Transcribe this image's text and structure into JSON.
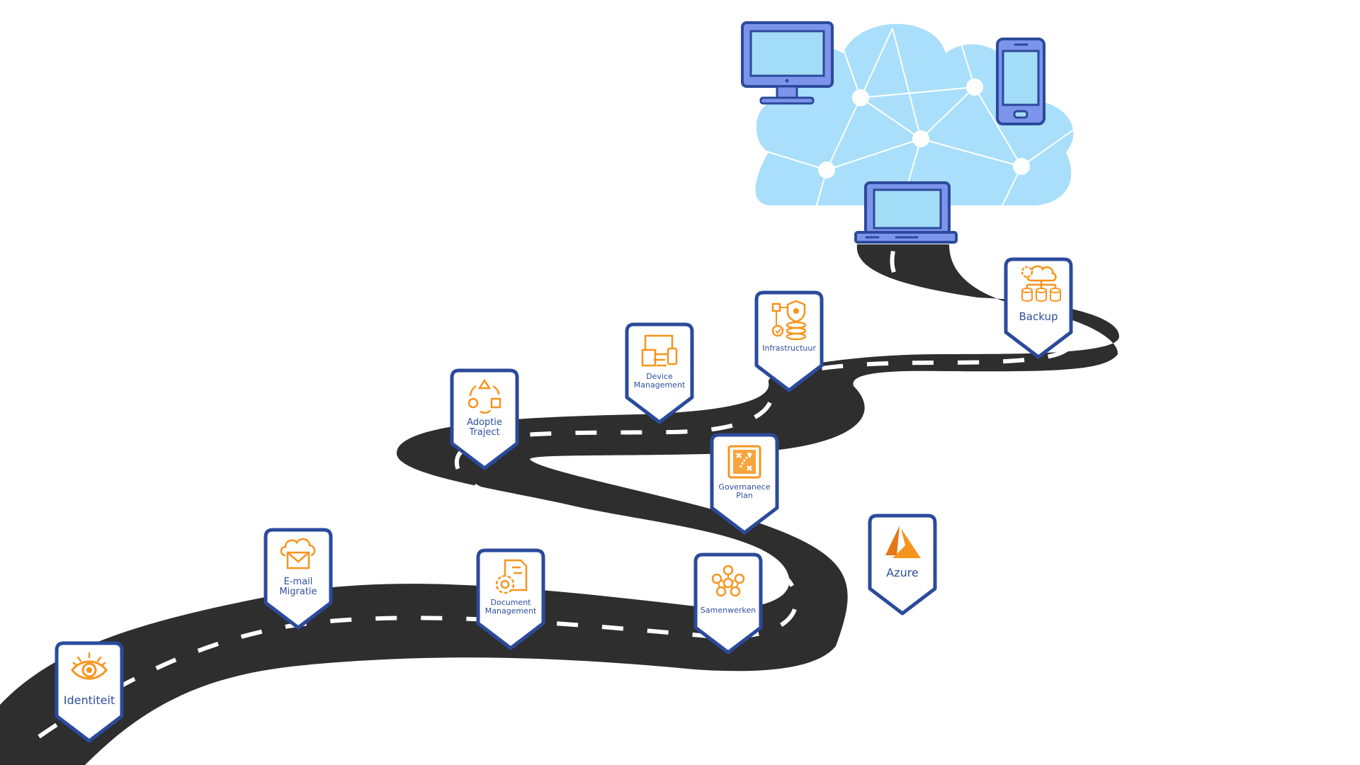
{
  "colors": {
    "road": "#2e2e2e",
    "road_marking": "#ffffff",
    "pin_border": "#2b4a9b",
    "pin_fill": "#ffffff",
    "icon_accent": "#f7941d",
    "label": "#2d4f9c",
    "cloud": "#a9dffa",
    "cloud_lines": "#ffffff",
    "device_fill": "#a3dcf7",
    "device_border": "#2b4a9b",
    "device_body": "#7c94ea"
  },
  "milestones": [
    {
      "id": "identiteit",
      "icon": "eye-icon",
      "label_lines": [
        "Identiteit"
      ]
    },
    {
      "id": "email-migratie",
      "icon": "cloud-mail-icon",
      "label_lines": [
        "E-mail",
        "Migratie"
      ]
    },
    {
      "id": "document-management",
      "icon": "document-gear-icon",
      "label_lines": [
        "Document",
        "Management"
      ]
    },
    {
      "id": "samenwerken",
      "icon": "people-network-icon",
      "label_lines": [
        "Samenwerken"
      ]
    },
    {
      "id": "azure",
      "icon": "azure-logo-icon",
      "label_lines": [
        "Azure"
      ]
    },
    {
      "id": "governance-plan",
      "icon": "strategy-board-icon",
      "label_lines": [
        "Governanece",
        "Plan"
      ]
    },
    {
      "id": "adoptie-traject",
      "icon": "shapes-cycle-icon",
      "label_lines": [
        "Adoptie",
        "Traject"
      ]
    },
    {
      "id": "device-management",
      "icon": "multi-device-icon",
      "label_lines": [
        "Device",
        "Management"
      ]
    },
    {
      "id": "infrastructuur",
      "icon": "secure-server-icon",
      "label_lines": [
        "Infrastructuur"
      ]
    },
    {
      "id": "backup",
      "icon": "cloud-database-icon",
      "label_lines": [
        "Backup"
      ]
    }
  ],
  "destination": {
    "illustration": "cloud-network",
    "devices": [
      "desktop-monitor-icon",
      "smartphone-icon",
      "laptop-icon"
    ]
  }
}
